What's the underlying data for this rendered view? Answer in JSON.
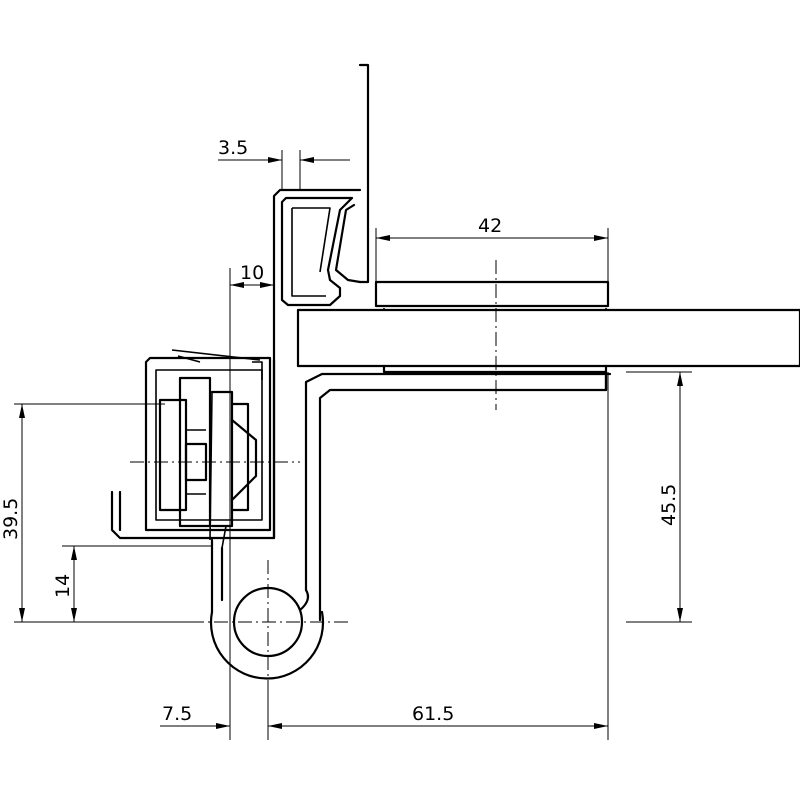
{
  "drawing": {
    "description_visible": false,
    "dimensions": {
      "d_3_5": "3.5",
      "d_42": "42",
      "d_10": "10",
      "d_39_5": "39.5",
      "d_14": "14",
      "d_45_5": "45.5",
      "d_7_5": "7.5",
      "d_61_5": "61.5"
    }
  }
}
